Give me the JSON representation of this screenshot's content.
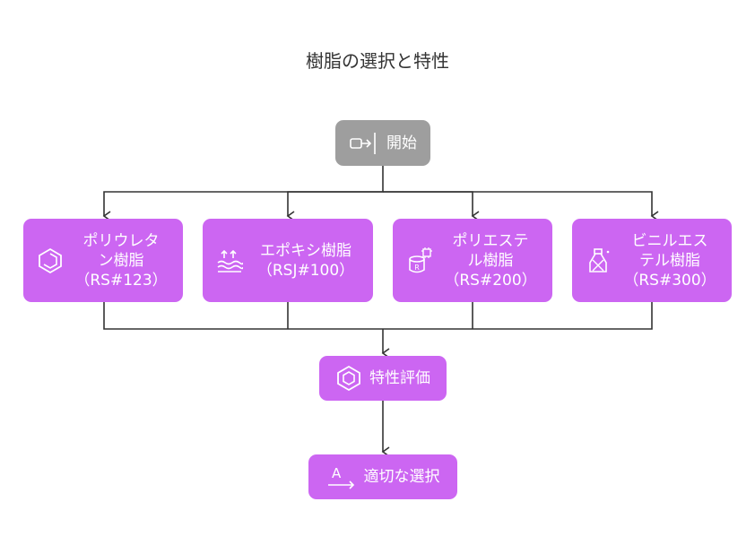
{
  "title": "樹脂の選択と特性",
  "nodes": {
    "start": {
      "label": "開始",
      "icon": "login-arrow-icon",
      "color": "#9e9e9e"
    },
    "polyurethane": {
      "label_lines": [
        "ポリウレタ",
        "ン樹脂",
        "（RS#123）"
      ],
      "icon": "hexagon-icon",
      "color": "#cc66f2"
    },
    "epoxy": {
      "label_lines": [
        "エポキシ樹脂",
        "（RSJ#100）"
      ],
      "icon": "water-waves-icon",
      "color": "#cc66f2"
    },
    "polyester": {
      "label_lines": [
        "ポリエステ",
        "ル樹脂",
        "（RS#200）"
      ],
      "icon": "database-chip-icon",
      "color": "#cc66f2"
    },
    "vinyl_ester": {
      "label_lines": [
        "ビニルエス",
        "テル樹脂",
        "（RS#300）"
      ],
      "icon": "bottle-icon",
      "color": "#cc66f2"
    },
    "evaluation": {
      "label": "特性評価",
      "icon": "hexagon-badge-icon",
      "color": "#cc66f2"
    },
    "selection": {
      "label": "適切な選択",
      "icon": "text-arrow-icon",
      "color": "#cc66f2"
    }
  },
  "edges": [
    {
      "from": "start",
      "to": "polyurethane"
    },
    {
      "from": "start",
      "to": "epoxy"
    },
    {
      "from": "start",
      "to": "polyester"
    },
    {
      "from": "start",
      "to": "vinyl_ester"
    },
    {
      "from": "polyurethane",
      "to": "evaluation"
    },
    {
      "from": "epoxy",
      "to": "evaluation"
    },
    {
      "from": "polyester",
      "to": "evaluation"
    },
    {
      "from": "vinyl_ester",
      "to": "evaluation"
    },
    {
      "from": "evaluation",
      "to": "selection"
    }
  ]
}
